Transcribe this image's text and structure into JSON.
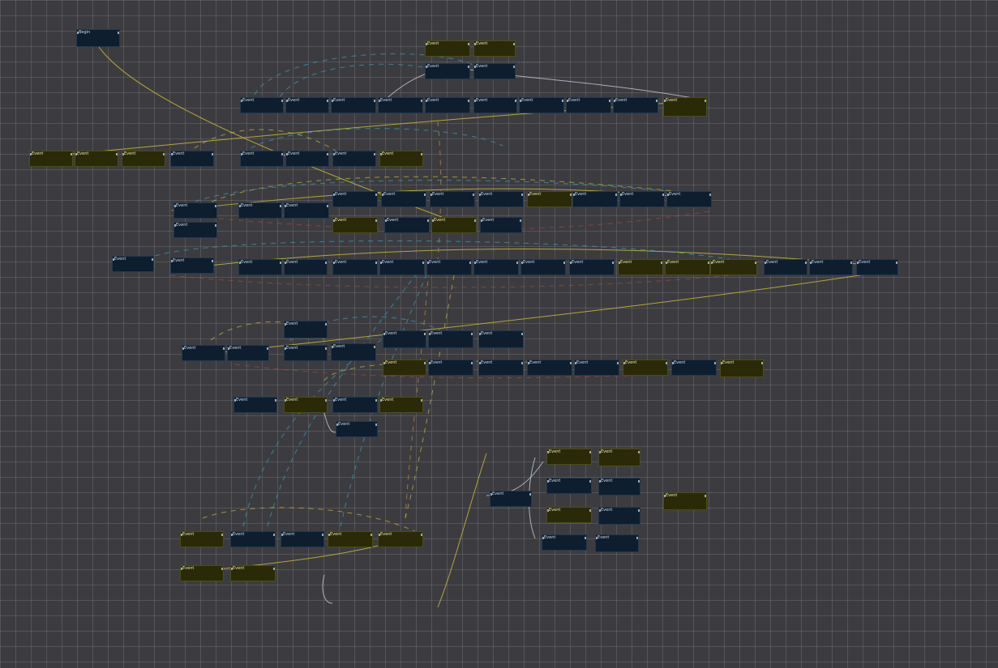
{
  "canvas": {
    "name": "node-graph",
    "colors": {
      "grid_bg": "#3c3c40",
      "node_dark": "#0e1e2f",
      "node_func": "#2a2a08",
      "wire_yellow": "#c8b83c",
      "wire_cyan": "#3a9fc4",
      "wire_orange": "#c88a3c",
      "wire_red": "#b64a3c",
      "wire_white": "#cfd6dc"
    }
  },
  "nodes": [
    {
      "title": "Begin",
      "body": "",
      "kind": "dark"
    },
    {
      "title": "Event",
      "body": "",
      "kind": "fn"
    },
    {
      "title": "Event",
      "body": "",
      "kind": "fn"
    },
    {
      "title": "Event",
      "body": "",
      "kind": "dark"
    },
    {
      "title": "Event",
      "body": "",
      "kind": "dark"
    },
    {
      "title": "Event",
      "body": "",
      "kind": "dark"
    },
    {
      "title": "Event",
      "body": "",
      "kind": "dark"
    },
    {
      "title": "Event",
      "body": "",
      "kind": "dark"
    },
    {
      "title": "Event",
      "body": "",
      "kind": "dark"
    },
    {
      "title": "Event",
      "body": "",
      "kind": "dark"
    },
    {
      "title": "Event",
      "body": "",
      "kind": "dark"
    },
    {
      "title": "Event",
      "body": "",
      "kind": "dark"
    },
    {
      "title": "Event",
      "body": "",
      "kind": "dark"
    },
    {
      "title": "Event",
      "body": "",
      "kind": "dark"
    },
    {
      "title": "Event",
      "body": "",
      "kind": "fn"
    },
    {
      "title": "Event",
      "body": "",
      "kind": "fn"
    },
    {
      "title": "Event",
      "body": "",
      "kind": "fn"
    },
    {
      "title": "Event",
      "body": "",
      "kind": "fn"
    },
    {
      "title": "Event",
      "body": "",
      "kind": "dark"
    },
    {
      "title": "Event",
      "body": "",
      "kind": "dark"
    },
    {
      "title": "Event",
      "body": "",
      "kind": "dark"
    },
    {
      "title": "Event",
      "body": "",
      "kind": "dark"
    },
    {
      "title": "Event",
      "body": "",
      "kind": "fn"
    },
    {
      "title": "Event",
      "body": "",
      "kind": "dark"
    },
    {
      "title": "Event",
      "body": "",
      "kind": "dark"
    },
    {
      "title": "Event",
      "body": "",
      "kind": "dark"
    },
    {
      "title": "Event",
      "body": "",
      "kind": "dark"
    },
    {
      "title": "Event",
      "body": "",
      "kind": "dark"
    },
    {
      "title": "Event",
      "body": "",
      "kind": "dark"
    },
    {
      "title": "Event",
      "body": "",
      "kind": "dark"
    },
    {
      "title": "Event",
      "body": "",
      "kind": "dark"
    },
    {
      "title": "Event",
      "body": "",
      "kind": "fn"
    },
    {
      "title": "Event",
      "body": "",
      "kind": "dark"
    },
    {
      "title": "Event",
      "body": "",
      "kind": "dark"
    },
    {
      "title": "Event",
      "body": "",
      "kind": "dark"
    },
    {
      "title": "Event",
      "body": "",
      "kind": "fn"
    },
    {
      "title": "Event",
      "body": "",
      "kind": "dark"
    },
    {
      "title": "Event",
      "body": "",
      "kind": "fn"
    },
    {
      "title": "Event",
      "body": "",
      "kind": "dark"
    },
    {
      "title": "Event",
      "body": "",
      "kind": "dark"
    },
    {
      "title": "Event",
      "body": "",
      "kind": "dark"
    },
    {
      "title": "Event",
      "body": "",
      "kind": "dark"
    },
    {
      "title": "Event",
      "body": "",
      "kind": "dark"
    },
    {
      "title": "Event",
      "body": "",
      "kind": "dark"
    },
    {
      "title": "Event",
      "body": "",
      "kind": "dark"
    },
    {
      "title": "Event",
      "body": "",
      "kind": "dark"
    },
    {
      "title": "Event",
      "body": "",
      "kind": "dark"
    },
    {
      "title": "Event",
      "body": "",
      "kind": "dark"
    },
    {
      "title": "Event",
      "body": "",
      "kind": "dark"
    },
    {
      "title": "Event",
      "body": "",
      "kind": "fn"
    },
    {
      "title": "Event",
      "body": "",
      "kind": "fn"
    },
    {
      "title": "Event",
      "body": "",
      "kind": "fn"
    },
    {
      "title": "Event",
      "body": "",
      "kind": "dark"
    },
    {
      "title": "Event",
      "body": "",
      "kind": "dark"
    },
    {
      "title": "Event",
      "body": "",
      "kind": "dark"
    },
    {
      "title": "Event",
      "body": "",
      "kind": "dark"
    },
    {
      "title": "Event",
      "body": "",
      "kind": "dark"
    },
    {
      "title": "Event",
      "body": "",
      "kind": "dark"
    },
    {
      "title": "Event",
      "body": "",
      "kind": "dark"
    },
    {
      "title": "Event",
      "body": "",
      "kind": "dark"
    },
    {
      "title": "Event",
      "body": "",
      "kind": "dark"
    },
    {
      "title": "Event",
      "body": "",
      "kind": "dark"
    },
    {
      "title": "Event",
      "body": "",
      "kind": "dark"
    },
    {
      "title": "Event",
      "body": "",
      "kind": "fn"
    },
    {
      "title": "Event",
      "body": "",
      "kind": "dark"
    },
    {
      "title": "Event",
      "body": "",
      "kind": "dark"
    },
    {
      "title": "Event",
      "body": "",
      "kind": "dark"
    },
    {
      "title": "Event",
      "body": "",
      "kind": "dark"
    },
    {
      "title": "Event",
      "body": "",
      "kind": "fn"
    },
    {
      "title": "Event",
      "body": "",
      "kind": "dark"
    },
    {
      "title": "Event",
      "body": "",
      "kind": "fn"
    },
    {
      "title": "Event",
      "body": "",
      "kind": "dark"
    },
    {
      "title": "Event",
      "body": "",
      "kind": "fn"
    },
    {
      "title": "Event",
      "body": "",
      "kind": "dark"
    },
    {
      "title": "Event",
      "body": "",
      "kind": "fn"
    },
    {
      "title": "Event",
      "body": "",
      "kind": "dark"
    },
    {
      "title": "Event",
      "body": "",
      "kind": "fn"
    },
    {
      "title": "Event",
      "body": "",
      "kind": "fn"
    },
    {
      "title": "Event",
      "body": "",
      "kind": "dark"
    },
    {
      "title": "Event",
      "body": "",
      "kind": "dark"
    },
    {
      "title": "Event",
      "body": "",
      "kind": "dark"
    },
    {
      "title": "Event",
      "body": "",
      "kind": "fn"
    },
    {
      "title": "Event",
      "body": "",
      "kind": "fn"
    },
    {
      "title": "Event",
      "body": "",
      "kind": "dark"
    },
    {
      "title": "Event",
      "body": "",
      "kind": "dark"
    },
    {
      "title": "Event",
      "body": "",
      "kind": "dark"
    },
    {
      "title": "Event",
      "body": "",
      "kind": "fn"
    },
    {
      "title": "Event",
      "body": "",
      "kind": "dark"
    },
    {
      "title": "Event",
      "body": "",
      "kind": "dark"
    },
    {
      "title": "Event",
      "body": "",
      "kind": "fn"
    },
    {
      "title": "Event",
      "body": "",
      "kind": "fn"
    },
    {
      "title": "Event",
      "body": "",
      "kind": "fn"
    },
    {
      "title": "Event",
      "body": "",
      "kind": "fn"
    }
  ]
}
